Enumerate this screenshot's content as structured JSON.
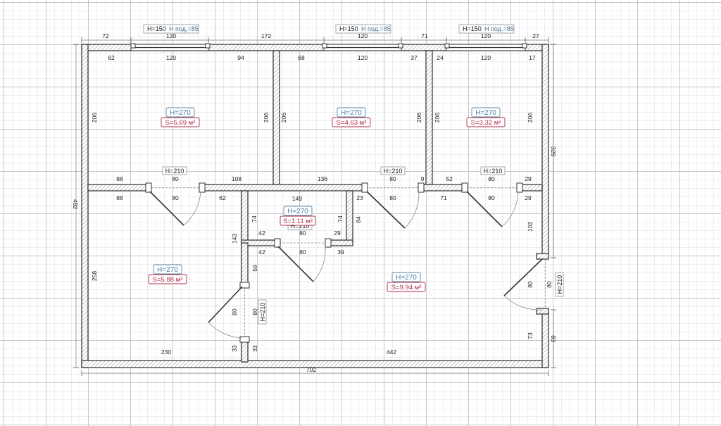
{
  "top_window_tags": [
    {
      "id": "w1",
      "h": "H=150",
      "sill": "Н под.=85"
    },
    {
      "id": "w2",
      "h": "H=150",
      "sill": "Н под.=85"
    },
    {
      "id": "w3",
      "h": "H=150",
      "sill": "Н под.=85"
    }
  ],
  "outer_dimensions": {
    "top": [
      "72",
      "120",
      "172",
      "120",
      "71",
      "120",
      "27"
    ],
    "bottom_total": "702",
    "left_total": "492",
    "right_upper": "328",
    "right_lower": "83"
  },
  "rooms": [
    {
      "id": "room-top-left",
      "height": "H=270",
      "area": "S=5.69 м²"
    },
    {
      "id": "room-top-middle",
      "height": "H=270",
      "area": "S=4.63 м²"
    },
    {
      "id": "room-top-right",
      "height": "H=270",
      "area": "S=3.32 м²"
    },
    {
      "id": "room-small-center",
      "height": "H=270",
      "area": "S=1.11 м²"
    },
    {
      "id": "room-bottom-left",
      "height": "H=270",
      "area": "S=5.88 м²"
    },
    {
      "id": "room-bottom-right",
      "height": "H=270",
      "area": "S=9.94 м²"
    }
  ],
  "door_tags": {
    "d1": "H=210",
    "d2": "H=210",
    "d3": "H=210",
    "d_small": "H=210",
    "d_left": "H=210",
    "d_entry": "H=210"
  },
  "inner_dimensions": {
    "r1_top": [
      "62",
      "120",
      "94"
    ],
    "r1_left": "206",
    "r1_right": "206",
    "r1_bottom": [
      "88",
      "80",
      "108"
    ],
    "r2_top": [
      "68",
      "120",
      "37"
    ],
    "r2_left": "206",
    "r2_right": "206",
    "r2_bottom": [
      "136",
      "80",
      "9"
    ],
    "r3_top": [
      "24",
      "120",
      "17"
    ],
    "r3_left": "206",
    "r3_right": "206",
    "r3_bottom": [
      "52",
      "80",
      "29"
    ],
    "left_room_top": [
      "88",
      "80",
      "62"
    ],
    "left_room_left": "258",
    "left_room_bottom": "230",
    "left_room_right_upper": "143",
    "left_room_right_mid": "59",
    "left_room_door": "80",
    "left_room_right_low": "33",
    "small_room_top": "149",
    "small_room_left": "74",
    "small_room_right": "74",
    "small_room_bottom": [
      "42",
      "80",
      "29"
    ],
    "small_room_outer": "84",
    "big_room_top": [
      "23",
      "80",
      "71",
      "80",
      "29"
    ],
    "big_room_right_upper": "102",
    "big_room_right_door": "80",
    "big_room_right_low": "73",
    "big_room_bottom": "442",
    "big_room_bottom_left": "33",
    "big_room_left_mid": "80",
    "corridor_door": [
      "42",
      "80",
      "39"
    ],
    "entry_door_outer": "80"
  },
  "colors": {
    "height_label": "#4d7ea6",
    "area_label": "#b22b48",
    "wall_outline": "#3d3d3d",
    "grid_major": "#c4c8cc"
  }
}
